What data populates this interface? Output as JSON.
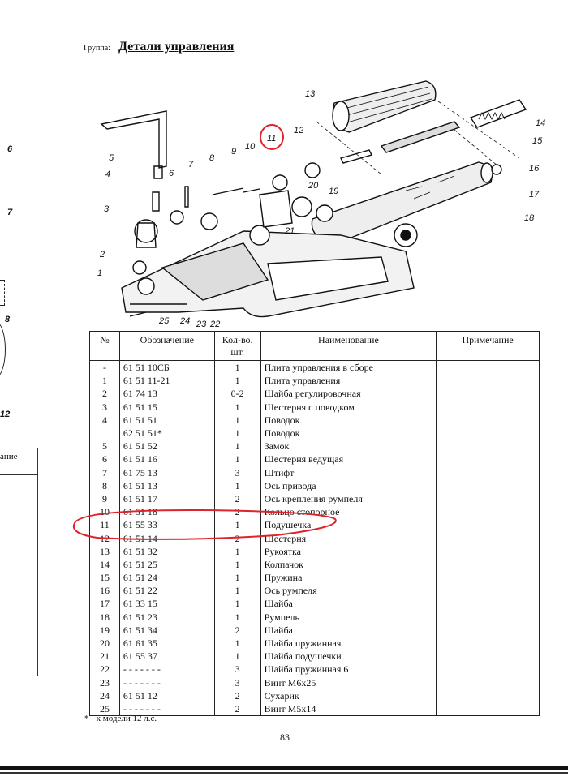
{
  "header": {
    "group_label": "Группа:",
    "group_title": "Детали управления"
  },
  "left_fragments": {
    "num_6": "6",
    "num_7": "7",
    "num_8": "8",
    "num_12": "12",
    "box_text": "ание"
  },
  "callouts": [
    "1",
    "2",
    "3",
    "4",
    "5",
    "6",
    "7",
    "8",
    "9",
    "10",
    "11",
    "12",
    "13",
    "14",
    "15",
    "16",
    "17",
    "18",
    "19",
    "20",
    "21",
    "22",
    "23",
    "24",
    "25"
  ],
  "table": {
    "headers": {
      "no": "№",
      "code": "Обозначение",
      "qty_line1": "Кол-во.",
      "qty_line2": "шт.",
      "name": "Наименование",
      "note": "Примечание"
    },
    "rows": [
      {
        "no": "-",
        "code": "61 51 10СБ",
        "qty": "1",
        "name": "Плита управления в сборе"
      },
      {
        "no": "1",
        "code": "61 51 11-21",
        "qty": "1",
        "name": "Плита управления"
      },
      {
        "no": "2",
        "code": "61 74 13",
        "qty": "0-2",
        "name": "Шайба регулировочная"
      },
      {
        "no": "3",
        "code": "61 51 15",
        "qty": "1",
        "name": "Шестерня с поводком"
      },
      {
        "no": "4",
        "code": "61 51 51",
        "qty": "1",
        "name": "Поводок"
      },
      {
        "no": "",
        "code": "62 51 51*",
        "qty": "1",
        "name": "Поводок"
      },
      {
        "no": "5",
        "code": "61 51 52",
        "qty": "1",
        "name": "Замок"
      },
      {
        "no": "6",
        "code": "61 51 16",
        "qty": "1",
        "name": "Шестерня ведущая"
      },
      {
        "no": "7",
        "code": "61 75 13",
        "qty": "3",
        "name": "Штифт"
      },
      {
        "no": "8",
        "code": "61 51 13",
        "qty": "1",
        "name": "Ось привода"
      },
      {
        "no": "9",
        "code": "61 51 17",
        "qty": "2",
        "name": "Ось крепления румпеля"
      },
      {
        "no": "10",
        "code": "61 51 18",
        "qty": "2",
        "name": "Кольцо стопорное"
      },
      {
        "no": "11",
        "code": "61 55 33",
        "qty": "1",
        "name": "Подушечка"
      },
      {
        "no": "12",
        "code": "61 51 14",
        "qty": "2",
        "name": "Шестерня"
      },
      {
        "no": "13",
        "code": "61 51 32",
        "qty": "1",
        "name": "Рукоятка"
      },
      {
        "no": "14",
        "code": "61 51 25",
        "qty": "1",
        "name": "Колпачок"
      },
      {
        "no": "15",
        "code": "61 51 24",
        "qty": "1",
        "name": "Пружина"
      },
      {
        "no": "16",
        "code": "61 51 22",
        "qty": "1",
        "name": "Ось румпеля"
      },
      {
        "no": "17",
        "code": "61 33 15",
        "qty": "1",
        "name": "Шайба"
      },
      {
        "no": "18",
        "code": "61 51 23",
        "qty": "1",
        "name": "Румпель"
      },
      {
        "no": "19",
        "code": "61 51 34",
        "qty": "2",
        "name": "Шайба"
      },
      {
        "no": "20",
        "code": "61 61 35",
        "qty": "1",
        "name": "Шайба пружинная"
      },
      {
        "no": "21",
        "code": "61 55 37",
        "qty": "1",
        "name": "Шайба подушечки"
      },
      {
        "no": "22",
        "code": "- - - - - - -",
        "qty": "3",
        "name": "Шайба пружинная 6"
      },
      {
        "no": "23",
        "code": "- - - - - - -",
        "qty": "3",
        "name": "Винт М6х25"
      },
      {
        "no": "24",
        "code": "61 51 12",
        "qty": "2",
        "name": "Сухарик"
      },
      {
        "no": "25",
        "code": "- - - - - - -",
        "qty": "2",
        "name": "Винт М5х14"
      }
    ]
  },
  "footnote": "*  -  к модели 12 л.с.",
  "page_number": "83",
  "colors": {
    "highlight": "#e0232b",
    "ink": "#111111"
  }
}
